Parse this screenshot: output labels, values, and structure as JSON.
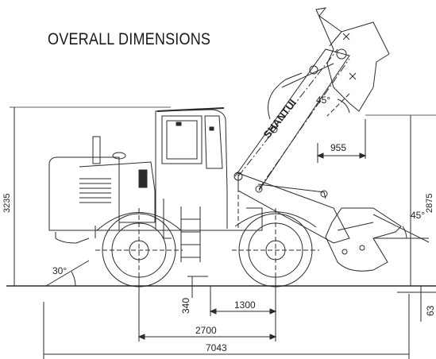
{
  "title": "OVERALL DIMENSIONS",
  "brand": "SHANTUI",
  "dimensions": {
    "overall_height": "3235",
    "dump_height": "2875",
    "dump_reach": "955",
    "ground_clearance": "340",
    "rear_axle_to_hitch": "1300",
    "wheelbase": "2700",
    "overall_length": "7043",
    "dig_depth": "63"
  },
  "angles": {
    "dump_angle": "45°",
    "rollback_angle": "45°",
    "departure_angle": "30°"
  },
  "colors": {
    "line": "#2b2b2b",
    "background": "#ffffff"
  }
}
